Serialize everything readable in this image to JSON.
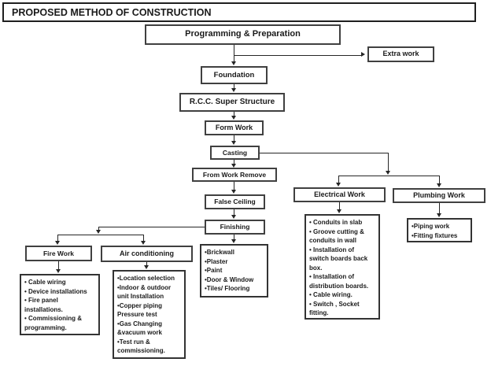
{
  "slide": {
    "title": "PROPOSED METHOD OF CONSTRUCTION"
  },
  "nodes": {
    "programming": "Programming & Preparation",
    "extra_work": "Extra work",
    "foundation": "Foundation",
    "rcc": "R.C.C.  Super Structure",
    "form_work": "Form Work",
    "casting": "Casting",
    "form_remove": "From Work Remove",
    "false_ceiling": "False Ceiling",
    "finishing": "Finishing",
    "fire_work": "Fire Work",
    "air_conditioning": "Air conditioning",
    "electrical_work": "Electrical Work",
    "plumbing_work": "Plumbing Work"
  },
  "lists": {
    "fire": "• Cable wiring\n• Device installations\n• Fire panel\ninstallations.\n• Commissioning &\nprogramming.",
    "air": "•Location selection\n•Indoor & outdoor\nunit Installation\n•Copper piping\nPressure test\n•Gas Changing\n&vacuum work\n•Test run &\ncommissioning.",
    "finishing_detail": "•Brickwall\n•Plaster\n•Paint\n•Door & Window\n•Tiles/ Flooring",
    "electrical": "• Conduits in slab\n• Groove cutting &\nconduits in wall\n• Installation of\nswitch boards back\nbox.\n• Installation of\ndistribution boards.\n• Cable  wiring.\n• Switch , Socket\nfitting.",
    "plumbing": "•Piping work\n•Fitting fixtures"
  },
  "colors": {
    "ink": "#1a1a1a",
    "border": "#404040",
    "background": "#ffffff"
  }
}
